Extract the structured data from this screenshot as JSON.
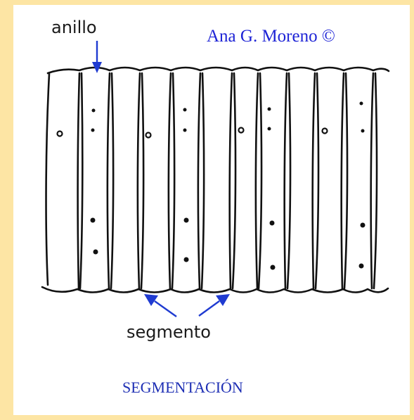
{
  "labels": {
    "ring": "anillo",
    "segment": "segmento"
  },
  "credit": "Ana G. Moreno ©",
  "caption": "SEGMENTACIÓN",
  "colors": {
    "background": "#fde5a4",
    "panel": "#ffffff",
    "ink": "#111111",
    "arrow": "#1f3bd1",
    "credit": "#1e24d6",
    "caption": "#1e2fb4"
  }
}
